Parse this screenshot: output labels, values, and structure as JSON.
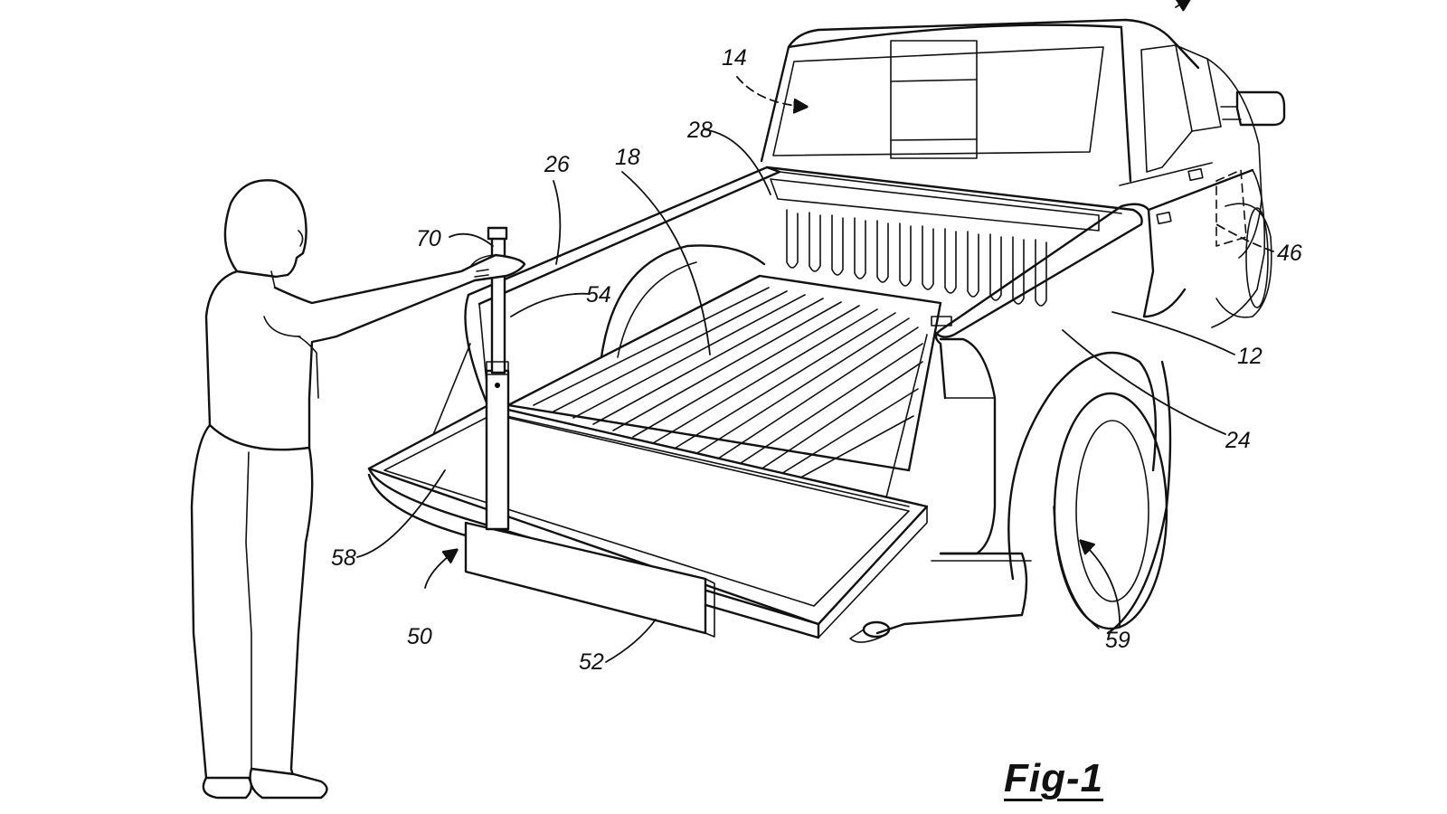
{
  "figure": {
    "caption": "Fig-1",
    "reference_numerals": [
      {
        "id": "14",
        "label": "14",
        "part": "truck-cab"
      },
      {
        "id": "28",
        "label": "28",
        "part": "front-bed-wall"
      },
      {
        "id": "18",
        "label": "18",
        "part": "bed-floor"
      },
      {
        "id": "26",
        "label": "26",
        "part": "side-wall"
      },
      {
        "id": "70",
        "label": "70",
        "part": "post-top"
      },
      {
        "id": "54",
        "label": "54",
        "part": "post"
      },
      {
        "id": "46",
        "label": "46",
        "part": "door-panel"
      },
      {
        "id": "12",
        "label": "12",
        "part": "truck-body"
      },
      {
        "id": "24",
        "label": "24",
        "part": "wheel-well"
      },
      {
        "id": "58",
        "label": "58",
        "part": "tailgate-surface"
      },
      {
        "id": "50",
        "label": "50",
        "part": "tailgate"
      },
      {
        "id": "52",
        "label": "52",
        "part": "step-panel"
      },
      {
        "id": "59",
        "label": "59",
        "part": "rear-wheel"
      }
    ]
  }
}
